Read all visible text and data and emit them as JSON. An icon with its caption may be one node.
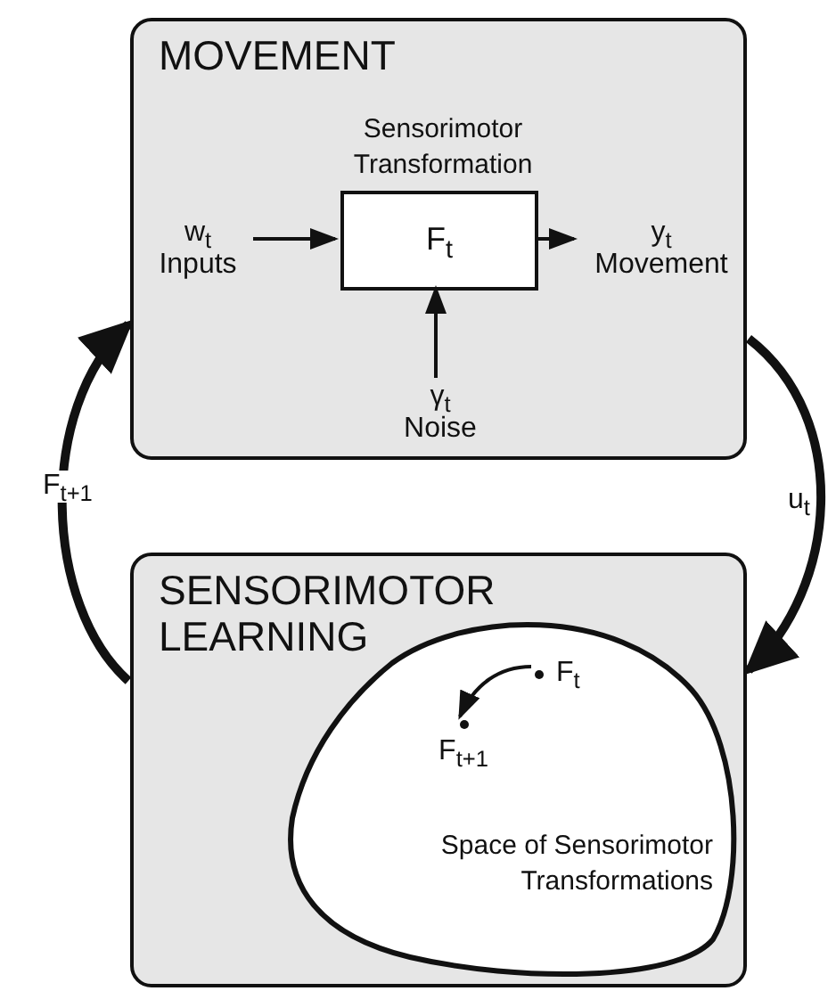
{
  "diagram": {
    "nodes": [
      {
        "text": [
          "MOVEMENT"
        ]
      },
      {
        "text": [
          "Sensorimotor Transformation",
          "F$_{t}$"
        ],
        "in": 0
      },
      {
        "text": [
          "w$_{t}$",
          "Inputs"
        ],
        "in": 0
      },
      {
        "text": [
          "y$_{t}$",
          "Movement"
        ],
        "in": 0
      },
      {
        "text": [
          "γ$_{t}$",
          "Noise"
        ],
        "in": 0
      },
      {
        "text": [
          "SENSORIMOTOR LEARNING"
        ]
      },
      {
        "text": [
          "Space of Sensorimotor Transformations"
        ],
        "in": 5
      },
      {
        "text": [
          "F$_{t}$"
        ],
        "in": 6
      },
      {
        "text": [
          "F$_{t+1}$"
        ],
        "in": 6
      }
    ],
    "edges": [
      {
        "from": 2,
        "to": 1,
        "arrow": "to"
      },
      {
        "from": 1,
        "to": 3,
        "arrow": "to"
      },
      {
        "from": 4,
        "to": 1,
        "arrow": "to"
      },
      {
        "from": 0,
        "to": 5,
        "arrow": "to",
        "label": "u$_{t}$",
        "style": "thick"
      },
      {
        "from": 5,
        "to": 0,
        "arrow": "to",
        "label": "F$_{t+1}$",
        "style": "thick"
      },
      {
        "from": 7,
        "to": 8,
        "arrow": "to"
      }
    ]
  }
}
